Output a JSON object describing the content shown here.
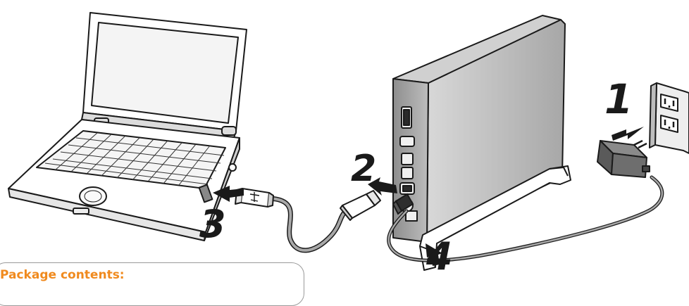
{
  "steps": {
    "one": "1",
    "two": "2",
    "three": "3",
    "four": "4"
  },
  "package": {
    "title": "Package contents:"
  },
  "colors": {
    "accent_orange": "#f08a1e",
    "outline": "#1a1a1a",
    "drive_gray": "#b9b9b9",
    "cable_gray": "#a8a8a8"
  },
  "icons": [
    "laptop-icon",
    "external-drive-icon",
    "wall-outlet-icon",
    "power-adapter-icon",
    "usb-a-plug-icon",
    "usb-b-plug-icon",
    "arrow-icon"
  ]
}
